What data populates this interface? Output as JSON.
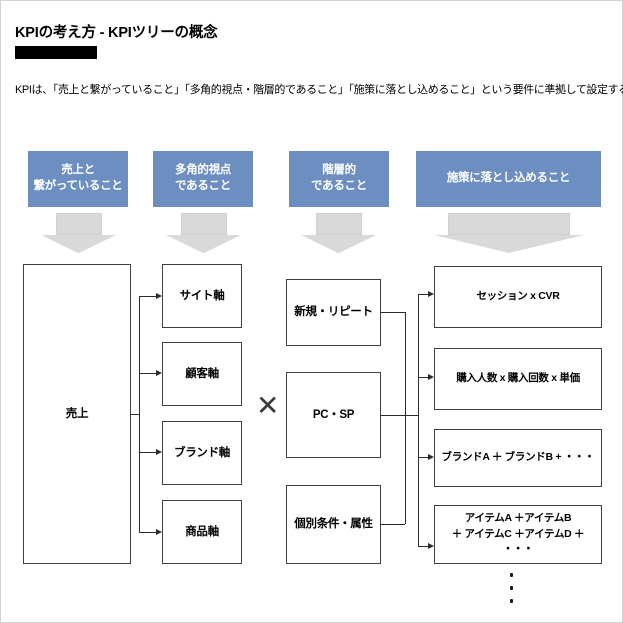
{
  "header": {
    "title": "KPIの考え方 - KPIツリーの概念",
    "redaction": "",
    "subtitle": "KPIは、「売上と繋がっていること」「多角的視点・階層的であること」「施策に落とし込めること」という要件に準拠して設定する必要がある。"
  },
  "colors": {
    "banner_blue": "#6d8ec1",
    "arrow_gray": "#d9d9d9",
    "box_border": "#404040",
    "text_black": "#000000",
    "redaction_black": "#000000"
  },
  "banners": [
    {
      "line1": "売上と",
      "line2": "繋がっていること"
    },
    {
      "line1": "多角的視点",
      "line2": "であること"
    },
    {
      "line1": "階層的",
      "line2": "であること"
    },
    {
      "line1": "施策に落とし込めること",
      "line2": ""
    }
  ],
  "columns": {
    "revenue": {
      "label": "売上"
    },
    "axes": [
      {
        "label": "サイト軸"
      },
      {
        "label": "顧客軸"
      },
      {
        "label": "ブランド軸"
      },
      {
        "label": "商品軸"
      }
    ],
    "segments": [
      {
        "label": "新規・リピート"
      },
      {
        "label": "PC・SP"
      },
      {
        "label": "個別条件・属性"
      }
    ],
    "metrics": [
      {
        "line1": "セッション x CVR",
        "line2": ""
      },
      {
        "line1": "購入人数 x 購入回数 x 単価",
        "line2": ""
      },
      {
        "line1": "ブランドA ＋ ブランドB + ・・・",
        "line2": ""
      },
      {
        "line1": "アイテムA ＋アイテムB",
        "line2": "＋ アイテムC ＋アイテムD ＋ ・・・"
      }
    ]
  },
  "symbols": {
    "multiply": "✕",
    "ellipsis_vertical": "⋮"
  }
}
